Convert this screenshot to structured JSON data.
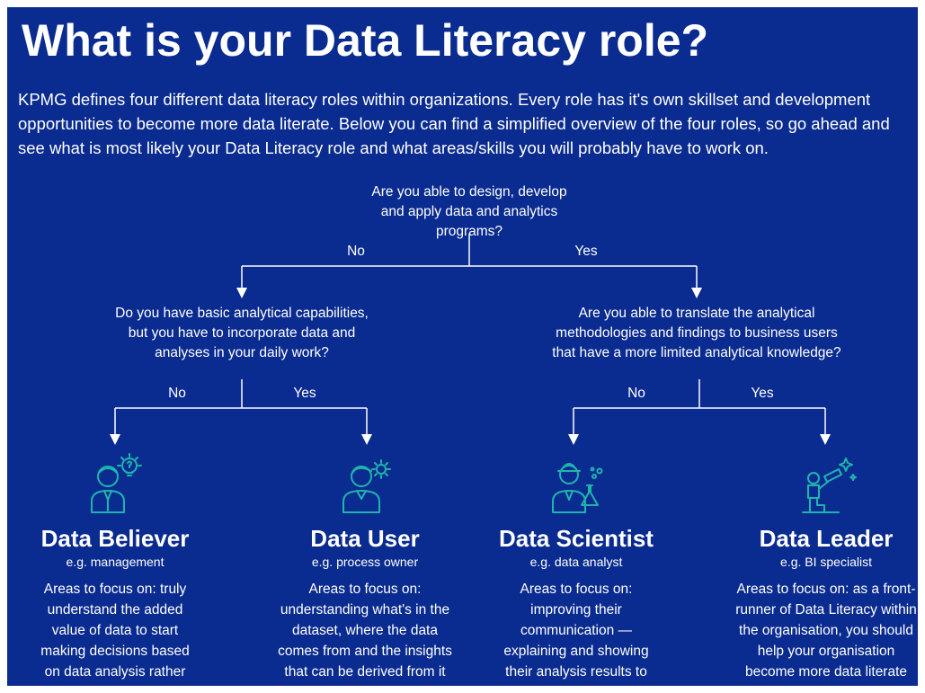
{
  "title": "What is your Data Literacy role?",
  "intro": "KPMG defines four different data literacy roles within organizations. Every role has it's own skillset and development opportunities to become more data literate. Below you can find a simplified overview of the four roles, so go ahead and see what is most likely your Data Literacy role and what areas/skills you will probably have to work on.",
  "questions": {
    "q1": "Are you able to design, develop and apply data and analytics programs?",
    "q2": "Do you have basic analytical capabilities, but you have to incorporate data and analyses in your daily work?",
    "q3": "Are you able to translate the analytical methodologies and findings to business users that have a more limited analytical knowledge?"
  },
  "answers": {
    "no": "No",
    "yes": "Yes"
  },
  "roles": [
    {
      "name": "Data Believer",
      "example": "e.g. management",
      "focus": "Areas to focus on: truly understand the added value of data to start making decisions based on data analysis rather than gut-feeling",
      "icon": "person-lightbulb-icon"
    },
    {
      "name": "Data User",
      "example": "e.g. process owner",
      "focus": "Areas to focus on: understanding what's in the dataset, where the data comes from and the insights that can be derived from it",
      "icon": "person-gear-icon"
    },
    {
      "name": "Data Scientist",
      "example": "e.g. data analyst",
      "focus": "Areas to focus on: improving their communication — explaining and showing their analysis results to business people effectively",
      "icon": "scientist-flask-icon"
    },
    {
      "name": "Data Leader",
      "example": "e.g. BI specialist",
      "focus": "Areas to focus on: as a front-runner of Data Literacy within the organisation, you should help your organisation become more data literate",
      "icon": "leader-telescope-icon"
    }
  ],
  "colors": {
    "background": "#0a2b8f",
    "text": "#ffffff",
    "icon": "#1fb5ad"
  }
}
